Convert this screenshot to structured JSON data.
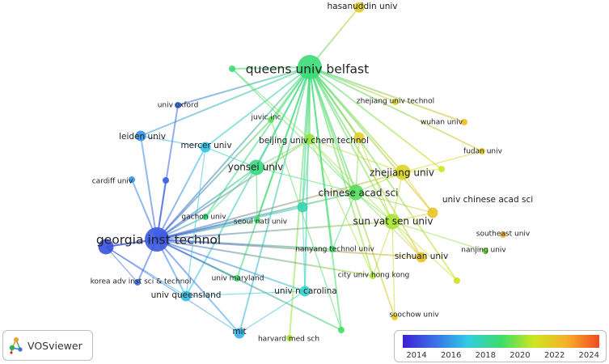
{
  "legend": {
    "ticks": [
      "2014",
      "2016",
      "2018",
      "2020",
      "2022",
      "2024"
    ],
    "tick_years": [
      2014,
      2016,
      2018,
      2020,
      2022,
      2024
    ],
    "range": [
      2013.2,
      2024.6
    ],
    "gradient": [
      "#3b1fd6",
      "#3a73e8",
      "#31cde3",
      "#3ddc6a",
      "#cde61e",
      "#f7b02a",
      "#f04a22"
    ]
  },
  "brand": {
    "label": "VOSviewer",
    "icon": "vosviewer-logo-icon"
  },
  "nodes": [
    {
      "id": "queens",
      "label": "queens univ belfast",
      "year": 2018.7,
      "size": 3
    },
    {
      "id": "georgia",
      "label": "georgia inst technol",
      "year": 2014.5,
      "size": 3
    },
    {
      "id": "sunyatsen",
      "label": "sun yat sen univ",
      "year": 2020.3,
      "size": 2
    },
    {
      "id": "chinese",
      "label": "chinese acad sci",
      "year": 2019.2,
      "size": 2
    },
    {
      "id": "zhejiang",
      "label": "zhejiang univ",
      "year": 2021.4,
      "size": 2
    },
    {
      "id": "yonsei",
      "label": "yonsei univ",
      "year": 2018.5,
      "size": 2
    },
    {
      "id": "beijing",
      "label": "beijing univ chem technol",
      "year": 2020.0,
      "size": 1
    },
    {
      "id": "mercer",
      "label": "mercer univ",
      "year": 2016.8,
      "size": 1
    },
    {
      "id": "leiden",
      "label": "leiden univ",
      "year": 2015.8,
      "size": 1
    },
    {
      "id": "oxford",
      "label": "univ oxford",
      "year": 2014.9,
      "size": 0
    },
    {
      "id": "cardiff",
      "label": "cardiff univ",
      "year": 2015.8,
      "size": 0
    },
    {
      "id": "juvic",
      "label": "juvic inc",
      "year": 2019.3,
      "size": 0
    },
    {
      "id": "gachon",
      "label": "gachon univ",
      "year": 2018.6,
      "size": 0
    },
    {
      "id": "seoul",
      "label": "seoul natl univ",
      "year": 2019.0,
      "size": 0
    },
    {
      "id": "korea",
      "label": "korea adv inst sci & technol",
      "year": 2015.0,
      "size": 0
    },
    {
      "id": "queensland",
      "label": "univ queensland",
      "year": 2016.7,
      "size": 1
    },
    {
      "id": "maryland",
      "label": "univ maryland",
      "year": 2018.8,
      "size": 0
    },
    {
      "id": "mit",
      "label": "mit",
      "year": 2016.4,
      "size": 1
    },
    {
      "id": "harvard",
      "label": "harvard med sch",
      "year": 2020.3,
      "size": 0
    },
    {
      "id": "uncarolina",
      "label": "univ n carolina",
      "year": 2017.3,
      "size": 1
    },
    {
      "id": "nanyang",
      "label": "nanyang technol univ",
      "year": 2018.8,
      "size": 0
    },
    {
      "id": "cityu",
      "label": "city univ hong kong",
      "year": 2020.3,
      "size": 0
    },
    {
      "id": "soochow",
      "label": "soochow univ",
      "year": 2021.7,
      "size": 0
    },
    {
      "id": "sichuan",
      "label": "sichuan univ",
      "year": 2022.0,
      "size": 1
    },
    {
      "id": "nanjing",
      "label": "nanjing univ",
      "year": 2019.8,
      "size": 0
    },
    {
      "id": "southeast",
      "label": "southeast univ",
      "year": 2022.5,
      "size": 0
    },
    {
      "id": "ucas",
      "label": "univ chinese acad sci",
      "year": 2022.0,
      "size": 1
    },
    {
      "id": "fudan",
      "label": "fudan univ",
      "year": 2021.8,
      "size": 0
    },
    {
      "id": "wuhan",
      "label": "wuhan univ",
      "year": 2022.3,
      "size": 0
    },
    {
      "id": "zjut",
      "label": "zhejiang univ technol",
      "year": 2021.5,
      "size": 0
    },
    {
      "id": "hasanuddin",
      "label": "hasanuddin univ",
      "year": 2021.8,
      "size": 1
    },
    {
      "id": "u1",
      "label": "",
      "year": 2018.8,
      "size": 0
    },
    {
      "id": "u2",
      "label": "",
      "year": 2014.6,
      "size": 0
    },
    {
      "id": "u3",
      "label": "",
      "year": 2017.8,
      "size": 1
    },
    {
      "id": "u4",
      "label": "",
      "year": 2014.3,
      "size": 2
    },
    {
      "id": "u5",
      "label": "",
      "year": 2020.8,
      "size": 0
    },
    {
      "id": "u6",
      "label": "",
      "year": 2021.6,
      "size": 1
    },
    {
      "id": "u7",
      "label": "",
      "year": 2021.0,
      "size": 0
    },
    {
      "id": "u8",
      "label": "",
      "year": 2019.0,
      "size": 0
    }
  ],
  "links": [
    [
      "queens",
      "hasanuddin"
    ],
    [
      "queens",
      "georgia"
    ],
    [
      "queens",
      "sunyatsen"
    ],
    [
      "queens",
      "chinese"
    ],
    [
      "queens",
      "zhejiang"
    ],
    [
      "queens",
      "yonsei"
    ],
    [
      "queens",
      "beijing"
    ],
    [
      "queens",
      "mercer"
    ],
    [
      "queens",
      "leiden"
    ],
    [
      "queens",
      "oxford"
    ],
    [
      "queens",
      "juvic"
    ],
    [
      "queens",
      "gachon"
    ],
    [
      "queens",
      "seoul"
    ],
    [
      "queens",
      "nanyang"
    ],
    [
      "queens",
      "uncarolina"
    ],
    [
      "queens",
      "harvard"
    ],
    [
      "queens",
      "cityu"
    ],
    [
      "queens",
      "soochow"
    ],
    [
      "queens",
      "sichuan"
    ],
    [
      "queens",
      "ucas"
    ],
    [
      "queens",
      "fudan"
    ],
    [
      "queens",
      "wuhan"
    ],
    [
      "queens",
      "zjut"
    ],
    [
      "queens",
      "u1"
    ],
    [
      "queens",
      "u3"
    ],
    [
      "queens",
      "u5"
    ],
    [
      "queens",
      "u6"
    ],
    [
      "queens",
      "u7"
    ],
    [
      "queens",
      "u8"
    ],
    [
      "queens",
      "mit"
    ],
    [
      "queens",
      "queensland"
    ],
    [
      "queens",
      "maryland"
    ],
    [
      "georgia",
      "yonsei"
    ],
    [
      "georgia",
      "mercer"
    ],
    [
      "georgia",
      "leiden"
    ],
    [
      "georgia",
      "oxford"
    ],
    [
      "georgia",
      "cardiff"
    ],
    [
      "georgia",
      "gachon"
    ],
    [
      "georgia",
      "korea"
    ],
    [
      "georgia",
      "queensland"
    ],
    [
      "georgia",
      "maryland"
    ],
    [
      "georgia",
      "mit"
    ],
    [
      "georgia",
      "uncarolina"
    ],
    [
      "georgia",
      "u2"
    ],
    [
      "georgia",
      "u4"
    ],
    [
      "georgia",
      "chinese"
    ],
    [
      "georgia",
      "sunyatsen"
    ],
    [
      "georgia",
      "beijing"
    ],
    [
      "georgia",
      "juvic"
    ],
    [
      "georgia",
      "u3"
    ],
    [
      "georgia",
      "nanyang"
    ],
    [
      "georgia",
      "cityu"
    ],
    [
      "georgia",
      "sichuan"
    ],
    [
      "georgia",
      "zhejiang"
    ],
    [
      "georgia",
      "seoul"
    ],
    [
      "georgia",
      "u8"
    ],
    [
      "u4",
      "korea"
    ],
    [
      "u4",
      "queensland"
    ],
    [
      "u4",
      "mit"
    ],
    [
      "u4",
      "georgia"
    ],
    [
      "sunyatsen",
      "chinese"
    ],
    [
      "sunyatsen",
      "zhejiang"
    ],
    [
      "sunyatsen",
      "ucas"
    ],
    [
      "sunyatsen",
      "sichuan"
    ],
    [
      "sunyatsen",
      "nanjing"
    ],
    [
      "sunyatsen",
      "beijing"
    ],
    [
      "sunyatsen",
      "u6"
    ],
    [
      "sunyatsen",
      "cityu"
    ],
    [
      "sunyatsen",
      "soochow"
    ],
    [
      "sunyatsen",
      "u7"
    ],
    [
      "chinese",
      "zhejiang"
    ],
    [
      "chinese",
      "ucas"
    ],
    [
      "chinese",
      "beijing"
    ],
    [
      "chinese",
      "yonsei"
    ],
    [
      "chinese",
      "u6"
    ],
    [
      "chinese",
      "sichuan"
    ],
    [
      "chinese",
      "nanyang"
    ],
    [
      "chinese",
      "u1"
    ],
    [
      "zhejiang",
      "ucas"
    ],
    [
      "zhejiang",
      "u5"
    ],
    [
      "zhejiang",
      "beijing"
    ],
    [
      "zhejiang",
      "fudan"
    ],
    [
      "yonsei",
      "mercer"
    ],
    [
      "yonsei",
      "seoul"
    ],
    [
      "yonsei",
      "gachon"
    ],
    [
      "yonsei",
      "beijing"
    ],
    [
      "beijing",
      "u1"
    ],
    [
      "beijing",
      "cityu"
    ],
    [
      "beijing",
      "u3"
    ],
    [
      "uncarolina",
      "mit"
    ],
    [
      "uncarolina",
      "queensland"
    ],
    [
      "uncarolina",
      "u3"
    ],
    [
      "mercer",
      "leiden"
    ],
    [
      "mercer",
      "queensland"
    ],
    [
      "juvic",
      "u8"
    ]
  ]
}
